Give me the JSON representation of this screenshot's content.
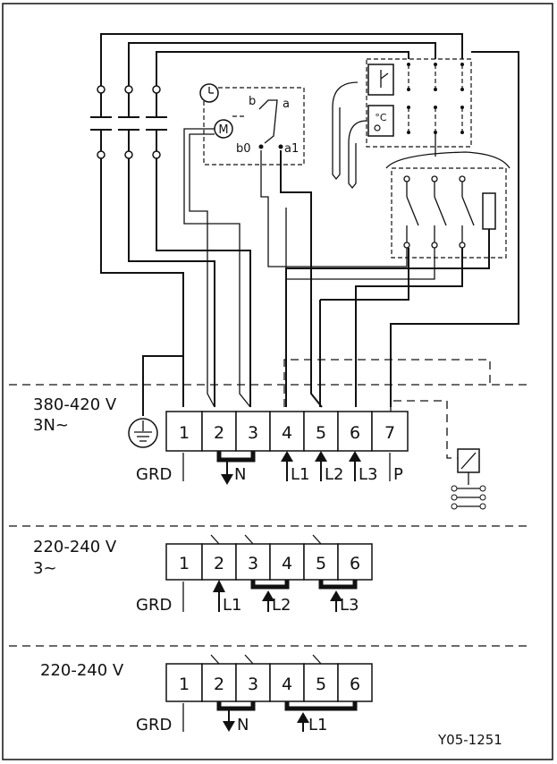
{
  "sections": [
    {
      "voltage": "380-420 V",
      "phase": "3N~",
      "terminals": [
        "1",
        "2",
        "3",
        "4",
        "5",
        "6",
        "7"
      ],
      "bottom_labels": [
        "GRD",
        "N",
        "L1",
        "L2",
        "L3",
        "P"
      ]
    },
    {
      "voltage": "220-240 V",
      "phase": "3~",
      "terminals": [
        "1",
        "2",
        "3",
        "4",
        "5",
        "6"
      ],
      "bottom_labels": [
        "GRD",
        "L1",
        "L2",
        "L3"
      ]
    },
    {
      "voltage": "220-240 V",
      "phase": "",
      "terminals": [
        "1",
        "2",
        "3",
        "4",
        "5",
        "6"
      ],
      "bottom_labels": [
        "GRD",
        "N",
        "L1"
      ]
    }
  ],
  "switch_labels": {
    "b": "b",
    "a": "a",
    "b0": "b0",
    "a1": "a1",
    "motor": "M",
    "thermostat": "°C"
  },
  "reference": "Y05-1251"
}
